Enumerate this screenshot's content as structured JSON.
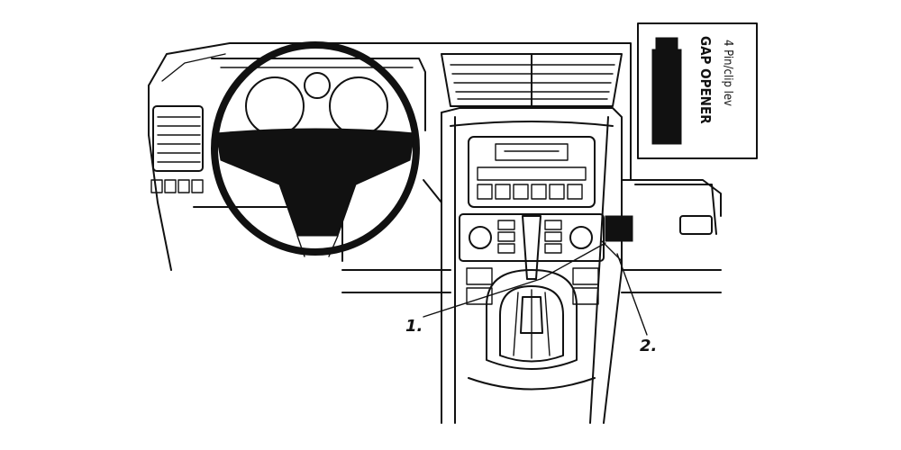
{
  "callouts": {
    "one": "1.",
    "two": "2."
  },
  "legend": {
    "line1": "GAP OPENER",
    "line2": "4 Pin/clip lev"
  },
  "colors": {
    "ink": "#111111",
    "paper": "#ffffff"
  }
}
